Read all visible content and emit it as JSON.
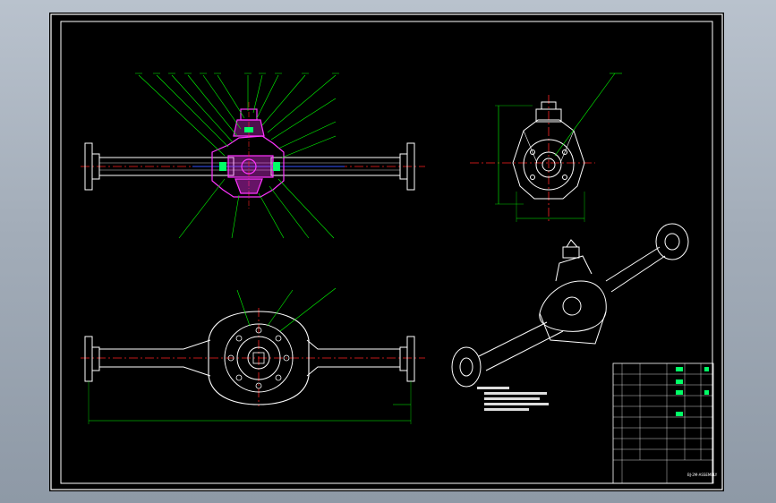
{
  "title_block": {
    "drawing_number": "BJ-2M-ASSEMBLY"
  },
  "colors": {
    "background": "#000000",
    "frame": "#ffffff",
    "section": "#ff33ff",
    "leader": "#00ff00",
    "centerline": "#ff2222",
    "hidden": "#3355ff",
    "dimension": "#00ff00",
    "highlight": "#00ff66",
    "outline": "#ffffff",
    "app_chrome": "#a3adb9"
  },
  "icons": [
    "drawing-frame",
    "title-block",
    "iso-view",
    "section-view"
  ]
}
